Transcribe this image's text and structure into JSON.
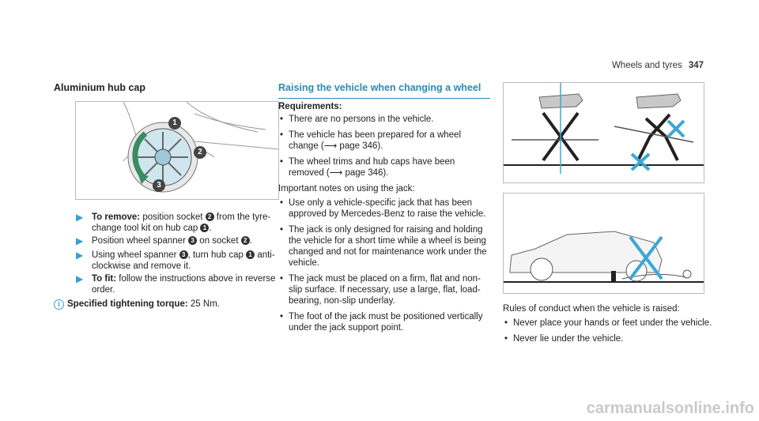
{
  "header": {
    "section": "Wheels and tyres",
    "page": "347"
  },
  "left": {
    "title": "Aluminium hub cap",
    "steps": [
      {
        "label": "To remove:",
        "pre": " position socket ",
        "n1": "2",
        "mid": " from the tyre-change tool kit on hub cap ",
        "n2": "1",
        "post": "."
      },
      {
        "pre": "Position wheel spanner ",
        "n1": "3",
        "mid": " on socket ",
        "n2": "2",
        "post": "."
      },
      {
        "pre": "Using wheel spanner ",
        "n1": "3",
        "mid": ", turn hub cap ",
        "n2": "1",
        "post": " anti-clockwise and remove it."
      },
      {
        "label": "To fit:",
        "text": " follow the instructions above in reverse order."
      }
    ],
    "note": {
      "label": "Specified tightening torque:",
      "value": " 25 Nm."
    }
  },
  "middle": {
    "title": "Raising the vehicle when changing a wheel",
    "requirements_label": "Requirements:",
    "requirements": [
      "There are no persons in the vehicle.",
      "The vehicle has been prepared for a wheel change (⟶ page 346).",
      "The wheel trims and hub caps have been removed (⟶ page 346)."
    ],
    "notes_intro": "Important notes on using the jack:",
    "notes": [
      "Use only a vehicle-specific jack that has been approved by Mercedes-Benz to raise the vehicle.",
      "The jack is only designed for raising and holding the vehicle for a short time while a wheel is being changed and not for maintenance work under the vehicle.",
      "The jack must be placed on a firm, flat and non-slip surface. If necessary, use a large, flat, load-bearing, non-slip underlay.",
      "The foot of the jack must be positioned vertically under the jack support point."
    ]
  },
  "right": {
    "intro": "Rules of conduct when the vehicle is raised:",
    "rules": [
      "Never place your hands or feet under the vehicle.",
      "Never lie under the vehicle."
    ]
  },
  "figure_callouts": [
    "1",
    "2",
    "3"
  ],
  "colors": {
    "accent": "#2b8ab6",
    "warning_cross": "#3aa7d6"
  },
  "watermark": "carmanualsonline.info"
}
